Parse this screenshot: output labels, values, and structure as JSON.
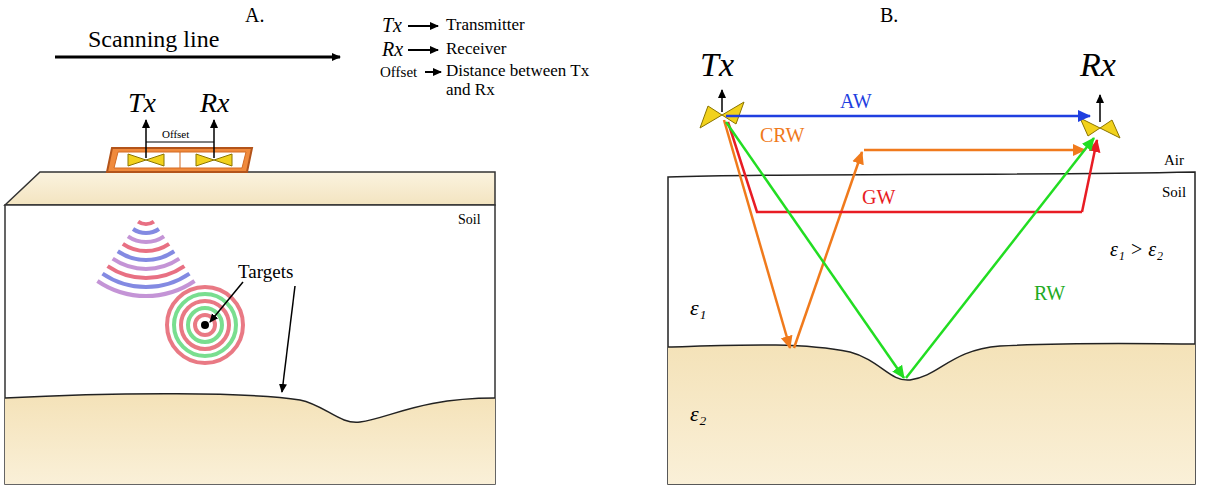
{
  "diagram": {
    "labels": [
      "A.",
      "Scanning line",
      "Tx",
      "Transmitter",
      "Rx",
      "Receiver",
      "Offset",
      "Distance between Tx and Rx",
      "Tx",
      "Rx",
      "Offset",
      "Soil",
      "Targets",
      "B.",
      "Tx",
      "Rx",
      "AW",
      "CRW",
      "GW",
      "RW",
      "Air",
      "Soil",
      "ε₁ > ε₂",
      "ε₁",
      "ε₂"
    ]
  }
}
